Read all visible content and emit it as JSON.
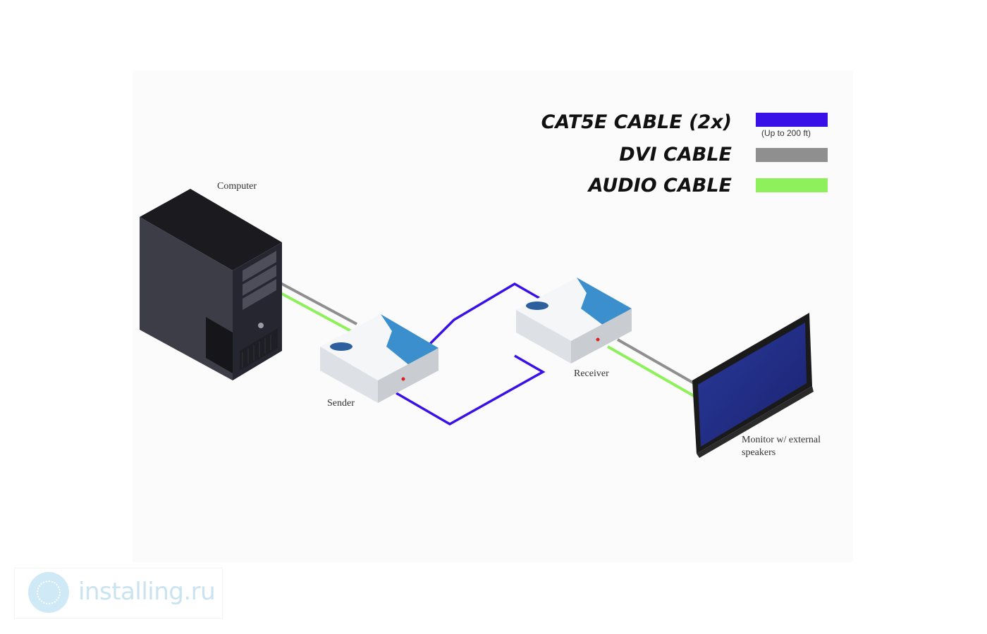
{
  "legend": {
    "cat5e": {
      "label": "CAT5E CABLE (2x)",
      "note": "(Up to 200 ft)",
      "color": "#3a10e8"
    },
    "dvi": {
      "label": "DVI CABLE",
      "color": "#8f8f8f"
    },
    "audio": {
      "label": "AUDIO CABLE",
      "color": "#8ef05a"
    }
  },
  "devices": {
    "computer": {
      "label": "Computer",
      "icon": "computer-tower-icon"
    },
    "sender": {
      "label": "Sender",
      "icon": "extender-box-icon"
    },
    "receiver": {
      "label": "Receiver",
      "icon": "extender-box-icon"
    },
    "monitor": {
      "label_line1": "Monitor w/ external",
      "label_line2": "speakers",
      "icon": "flat-panel-monitor-icon"
    }
  },
  "colors": {
    "box_accent": "#3a8fcc",
    "screen": "#1f2d8a",
    "tower": "#3d3d48"
  },
  "watermark": {
    "text": "installing.ru"
  }
}
